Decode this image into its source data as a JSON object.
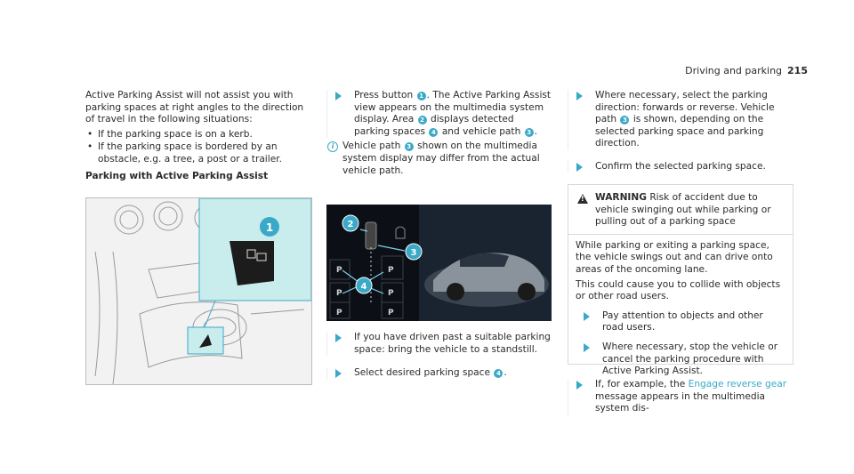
{
  "header": {
    "section": "Driving and parking",
    "page": "215"
  },
  "col1": {
    "intro": "Active Parking Assist will not assist you with parking spaces at right angles to the direction of travel in the following situations:",
    "bullets": [
      "If the parking space is on a kerb.",
      "If the parking space is bordered by an obstacle, e.g. a tree, a post or a trailer."
    ],
    "heading": "Parking with Active Parking Assist",
    "figure_callout": "1"
  },
  "col2": {
    "step1_a": "Press button",
    "step1_n": "1",
    "step1_b": ". The Active Parking Assist view appears on the multimedia system display. Area",
    "step1_n2": "2",
    "step1_c": "displays detected parking spaces",
    "step1_n3": "4",
    "step1_d": "and vehicle path",
    "step1_n4": "3",
    "step1_e": ".",
    "info_n": "3",
    "info_a": "Vehicle path",
    "info_b": "shown on the multimedia system display may differ from the actual vehicle path.",
    "figure_callouts": [
      "2",
      "3",
      "4"
    ],
    "step2": "If you have driven past a suitable parking space: bring the vehicle to a standstill.",
    "step3_a": "Select desired parking space",
    "step3_n": "4",
    "step3_b": "."
  },
  "col3": {
    "step1_a": "Where necessary, select the parking direction: forwards or reverse. Vehicle path",
    "step1_n": "3",
    "step1_b": "is shown, depending on the selected parking space and parking direction.",
    "step2": "Confirm the selected parking space.",
    "warning": {
      "label": "WARNING",
      "title": "Risk of accident due to vehicle swinging out while parking or pulling out of a parking space",
      "p1": "While parking or exiting a parking space, the vehicle swings out and can drive onto areas of the oncoming lane.",
      "p2": "This could cause you to collide with objects or other road users.",
      "s1": "Pay attention to objects and other road users.",
      "s2": "Where necessary, stop the vehicle or cancel the parking procedure with Active Parking Assist."
    },
    "step3_a": "If, for example, the",
    "step3_link": "Engage reverse gear",
    "step3_b": "message appears in the multimedia system dis-"
  },
  "colors": {
    "accent": "#3aa9c8",
    "highlight": "#c9ecec"
  }
}
